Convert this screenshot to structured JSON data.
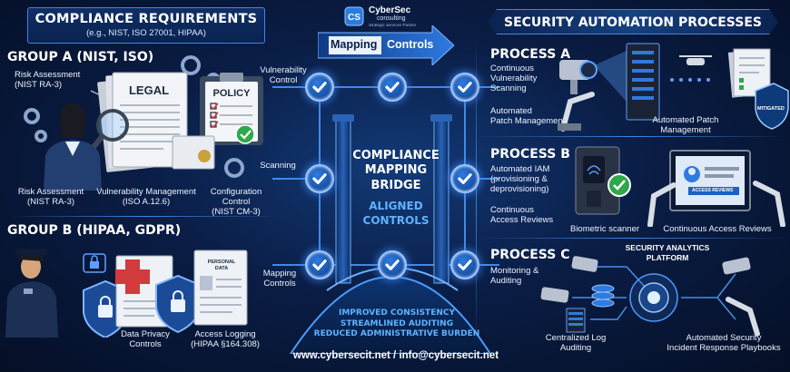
{
  "logo": {
    "name": "CyberSec",
    "sub": "consulting",
    "tagline": "Strategic Services Partner"
  },
  "left_panel": {
    "title": "COMPLIANCE REQUIREMENTS",
    "subtitle": "(e.g., NIST, ISO 27001, HIPAA)",
    "group_a": {
      "title": "GROUP A (NIST, ISO)",
      "risk_callout": [
        "Risk Assessment",
        "(NIST RA-3)"
      ],
      "doc_legal": "LEGAL",
      "doc_policy": "POLICY",
      "bottom_labels": [
        [
          "Risk Assessment",
          "(NIST RA-3)"
        ],
        [
          "Vulnerability Management",
          "(ISO A.12.6)"
        ],
        [
          "Configuration",
          "Control",
          "(NIST CM-3)"
        ]
      ]
    },
    "group_b": {
      "title": "GROUP B (HIPAA, GDPR)",
      "doc_personal": [
        "PERSONAL",
        "DATA"
      ],
      "bottom_labels": [
        [
          "Data Privacy",
          "Controls"
        ],
        [
          "Access Logging",
          "(HIPAA §164.308)"
        ]
      ]
    }
  },
  "center": {
    "banner": [
      "Mapping",
      "Controls"
    ],
    "side_labels": [
      [
        "Vulnerability",
        "Control"
      ],
      [
        "Scanning"
      ],
      [
        "Mapping",
        "Controls"
      ]
    ],
    "bridge_title": [
      "COMPLIANCE",
      "MAPPING",
      "BRIDGE"
    ],
    "bridge_sub": [
      "ALIGNED",
      "CONTROLS"
    ],
    "outcomes": [
      "IMPROVED CONSISTENCY",
      "STREAMLINED AUDITING",
      "REDUCED ADMINISTRATIVE BURDEN"
    ],
    "footer": "www.cybersecit.net / info@cybersecit.net"
  },
  "right_panel": {
    "title": "SECURITY AUTOMATION PROCESSES",
    "process_a": {
      "title": "PROCESS A",
      "items": [
        [
          "Continuous",
          "Vulnerability",
          "Scanning"
        ],
        [
          "Automated",
          "Patch Management"
        ]
      ],
      "caption": [
        "Automated Patch",
        "Management"
      ],
      "badge": "MITIGATED"
    },
    "process_b": {
      "title": "PROCESS B",
      "items": [
        [
          "Automated IAM",
          "(provisioning &",
          "deprovisioning)"
        ],
        [
          "Continuous",
          "Access Reviews"
        ]
      ],
      "captions": [
        "Biometric scanner",
        "Continuous Access Reviews"
      ],
      "screen_label": "ACCESS REVIEWS"
    },
    "process_c": {
      "title": "PROCESS C",
      "items": [
        [
          "Monitoring &",
          "Auditing"
        ]
      ],
      "platform": [
        "SECURITY ANALYTICS",
        "PLATFORM"
      ],
      "captions": [
        [
          "Centralized Log",
          "Auditing"
        ],
        [
          "Automated Security",
          "Incident Response Playbooks"
        ]
      ]
    }
  },
  "colors": {
    "accent": "#3f86e0",
    "check": "#1d63c9",
    "glow": "#66aaff",
    "background": "#0a1d45"
  }
}
